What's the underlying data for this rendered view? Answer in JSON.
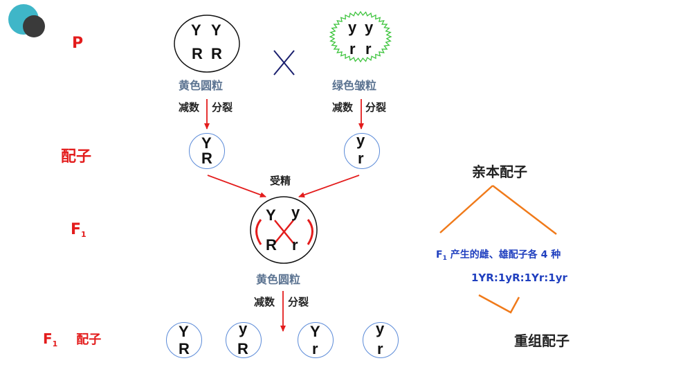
{
  "rows": {
    "p": "P",
    "gamete": "配子",
    "f1_main": "F",
    "f1_sub": "1",
    "f1_gamete_main": "F",
    "f1_gamete_sub": "1",
    "f1_gamete_suffix": "配子"
  },
  "parents": {
    "left": {
      "a1": "Y",
      "a2": "Y",
      "a3": "R",
      "a4": "R",
      "label": "黄色圆粒"
    },
    "right": {
      "a1": "y",
      "a2": "y",
      "a3": "r",
      "a4": "r",
      "label": "绿色皱粒"
    },
    "left_meiosis": [
      "减数",
      "分裂"
    ],
    "right_meiosis": [
      "减数",
      "分裂"
    ]
  },
  "gametes": {
    "left": {
      "top": "Y",
      "bottom": "R"
    },
    "right": {
      "top": "y",
      "bottom": "r"
    }
  },
  "fertilization": "受精",
  "f1": {
    "a1": "Y",
    "a2": "y",
    "a3": "R",
    "a4": "r",
    "label": "黄色圆粒",
    "meiosis": [
      "减数",
      "分裂"
    ]
  },
  "f1_gametes": [
    {
      "top": "Y",
      "bottom": "R"
    },
    {
      "top": "y",
      "bottom": "R"
    },
    {
      "top": "Y",
      "bottom": "r"
    },
    {
      "top": "y",
      "bottom": "r"
    }
  ],
  "side": {
    "parental": "亲本配子",
    "note_main": "F",
    "note_sub": "1",
    "note_rest": " 产生的雌、雄配子各 4 种",
    "ratio": "1YR:1yR:1Yr:1yr",
    "recombinant": "重组配子"
  },
  "colors": {
    "red": "#e31c1c",
    "gamete_border": "#5a8ad8",
    "orange": "#f07a1a",
    "navy": "#1a1f6e",
    "green": "#3ec43e",
    "blue_text": "#1f3fbf",
    "logo_teal": "#3fb6c8",
    "logo_dark": "#3a3a3a"
  }
}
